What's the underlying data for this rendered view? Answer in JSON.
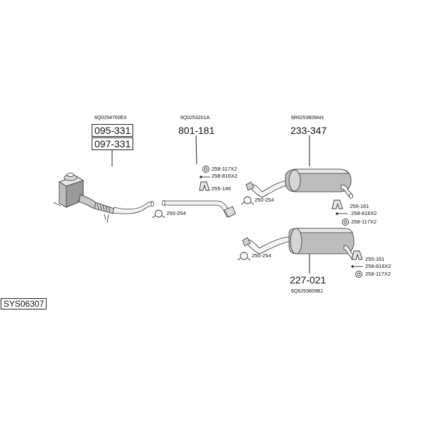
{
  "system_code": "SYS06307",
  "groups": {
    "front": {
      "oem": "6Q0254700EX",
      "parts": [
        "095-331",
        "097-331"
      ],
      "clamp": "250-254"
    },
    "middle": {
      "oem": "6Q0253201A",
      "part": "801-181",
      "fittings": [
        "258-117X2",
        "258-816X2",
        "255-146"
      ],
      "clamp": "250-254"
    },
    "rear_upper": {
      "oem": "6R6253609AN",
      "part": "233-347",
      "clamp": "250-254",
      "fittings": [
        "255-161",
        "258-816X2",
        "258-117X2"
      ]
    },
    "rear_lower": {
      "oem": "6Q6253609BJ",
      "part": "227-021",
      "clamp": "250-254",
      "fittings": [
        "255-161",
        "258-816X2",
        "258-117X2"
      ]
    }
  }
}
